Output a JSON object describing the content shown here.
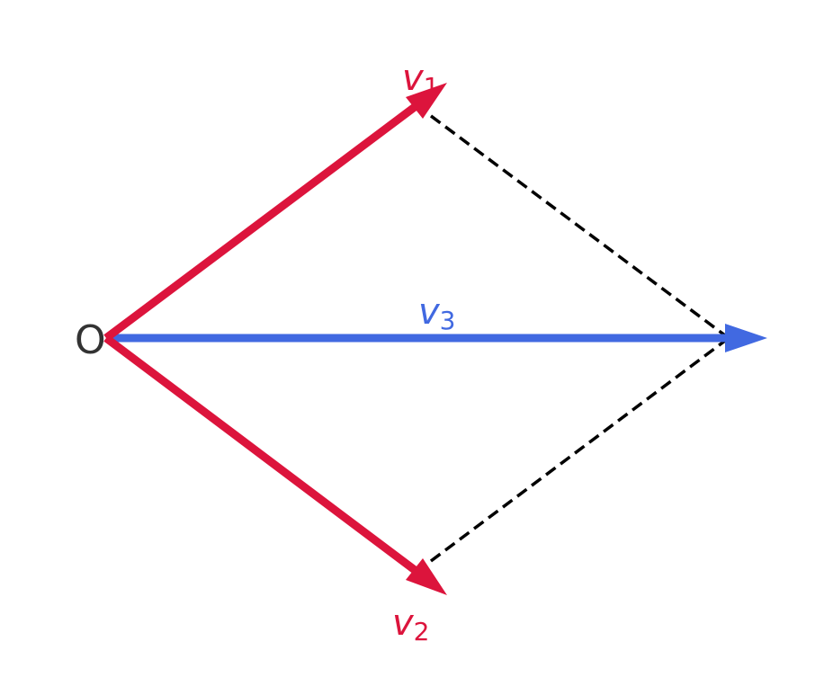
{
  "diagram": {
    "origin_label": "O",
    "vectors": [
      {
        "name": "v",
        "subscript": "1",
        "color": "#dc143c"
      },
      {
        "name": "v",
        "subscript": "2",
        "color": "#dc143c"
      },
      {
        "name": "v",
        "subscript": "3",
        "color": "#4169e1"
      }
    ],
    "construction_line_color": "#000000",
    "origin_color": "#333333"
  }
}
